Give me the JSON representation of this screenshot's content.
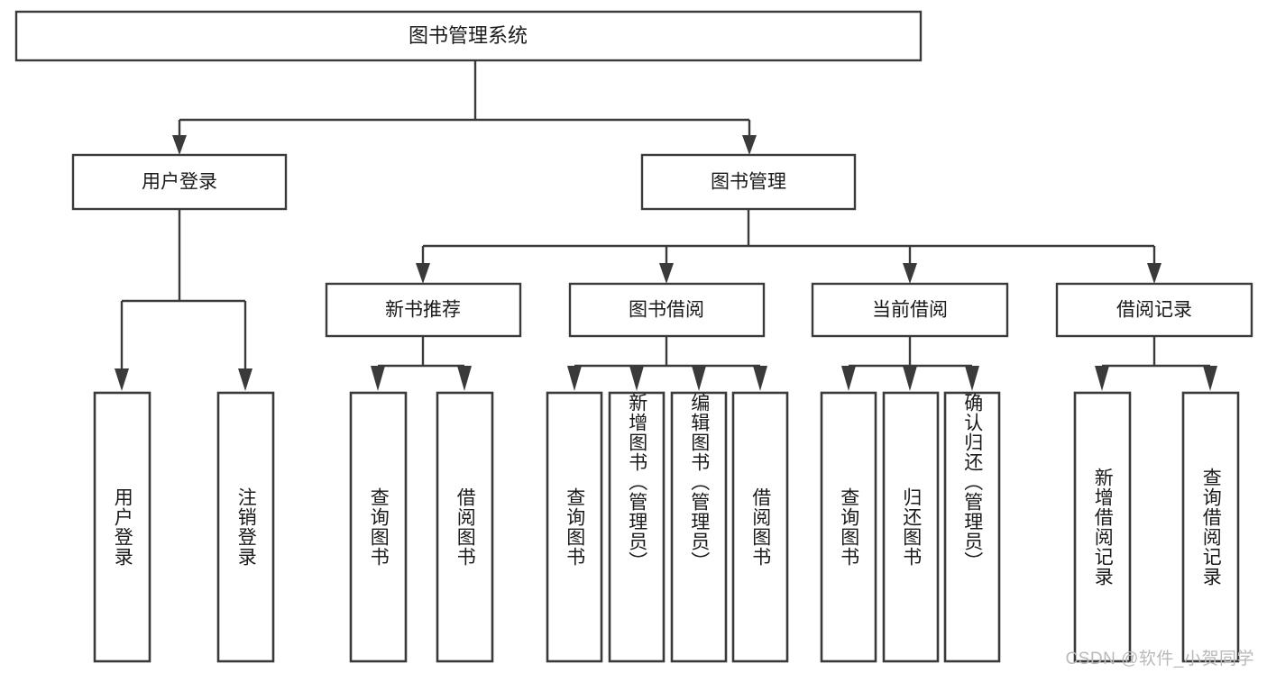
{
  "diagram": {
    "type": "tree-hierarchy-chart",
    "title": "图书管理系统",
    "orientation": "top-down",
    "colors": {
      "box_stroke": "#3a3a3a",
      "box_fill": "#ffffff",
      "text": "#1a1a1a",
      "background": "#ffffff",
      "watermark": "#b9b9b9"
    },
    "root": {
      "label": "图书管理系统"
    },
    "level2": [
      {
        "label": "用户登录"
      },
      {
        "label": "图书管理"
      }
    ],
    "level3": [
      {
        "label": "新书推荐"
      },
      {
        "label": "图书借阅"
      },
      {
        "label": "当前借阅"
      },
      {
        "label": "借阅记录"
      }
    ],
    "leaves": {
      "user_login": [
        {
          "label": "用户登录"
        },
        {
          "label": "注销登录"
        }
      ],
      "new_book_recommend": [
        {
          "label": "查询图书"
        },
        {
          "label": "借阅图书"
        }
      ],
      "book_borrow": [
        {
          "label": "查询图书"
        },
        {
          "label": "新增图书（管理员）"
        },
        {
          "label": "编辑图书（管理员）"
        },
        {
          "label": "借阅图书"
        }
      ],
      "current_borrow": [
        {
          "label": "查询图书"
        },
        {
          "label": "归还图书"
        },
        {
          "label": "确认归还（管理员）"
        }
      ],
      "borrow_record": [
        {
          "label": "新增借阅记录"
        },
        {
          "label": "查询借阅记录"
        }
      ]
    }
  },
  "watermark": {
    "text": "CSDN @软件_小贺同学"
  }
}
